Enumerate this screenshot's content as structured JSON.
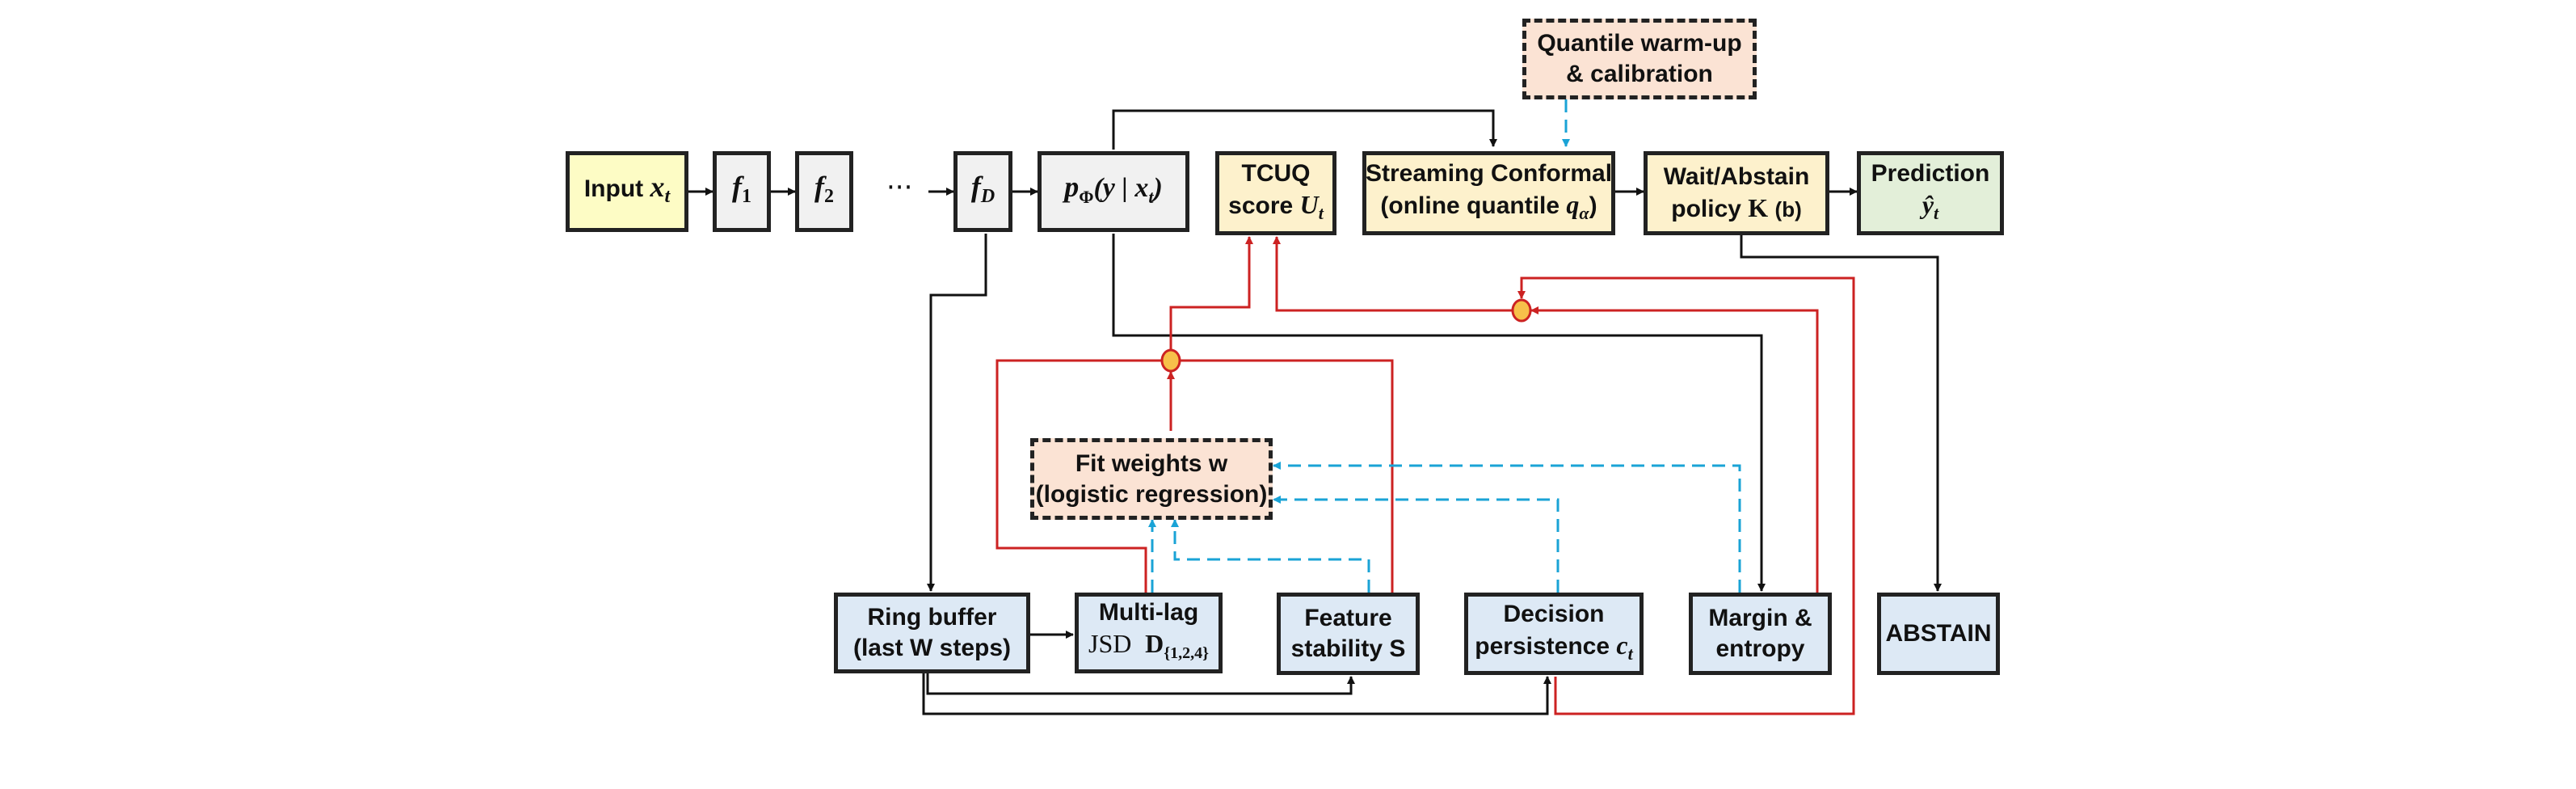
{
  "nodes": {
    "input": {
      "label": "Input",
      "var": "x",
      "sub": "t"
    },
    "f1": {
      "label": "f",
      "sub": "1"
    },
    "f2": {
      "label": "f",
      "sub": "2"
    },
    "dots": "···",
    "fD": {
      "label": "f",
      "sub": "D"
    },
    "p_phi": {
      "text": "p",
      "sub": "Φ",
      "rest": "(y | x",
      "sub2": "t",
      "close": ")"
    },
    "tcuq": {
      "line1": "TCUQ",
      "line2": "score",
      "var": "U",
      "sub": "t"
    },
    "streaming": {
      "line1": "Streaming Conformal",
      "line2a": "(online quantile",
      "var": "q",
      "sub": "α",
      "line2b": ")"
    },
    "policy": {
      "line1": "Wait/Abstain",
      "line2a": "policy",
      "kappa": "K",
      "line2b": "(b)"
    },
    "prediction": {
      "line1": "Prediction",
      "var": "ŷ",
      "sub": "t"
    },
    "quantile": {
      "line1": "Quantile warm-up",
      "line2": "& calibration"
    },
    "fit": {
      "line1": "Fit weights w",
      "line2": "(logistic regression)"
    },
    "ring": {
      "line1": "Ring buffer",
      "line2": "(last W steps)"
    },
    "jsd": {
      "line1": "Multi-lag",
      "line2a": "JSD",
      "var": "D",
      "sub": "{1,2,4}"
    },
    "feature": {
      "line1": "Feature",
      "line2": "stability S"
    },
    "decision": {
      "line1": "Decision",
      "line2a": "persistence",
      "var": "c",
      "sub": "t"
    },
    "margin": {
      "line1": "Margin &",
      "line2": "entropy"
    },
    "abstain": {
      "label": "ABSTAIN"
    }
  },
  "colors": {
    "data_flow": "#111111",
    "score_flow": "#cc2222",
    "calibration_flow": "#1aa3d6",
    "junction_fill": "#f7c04a",
    "junction_stroke": "#cc2222"
  }
}
